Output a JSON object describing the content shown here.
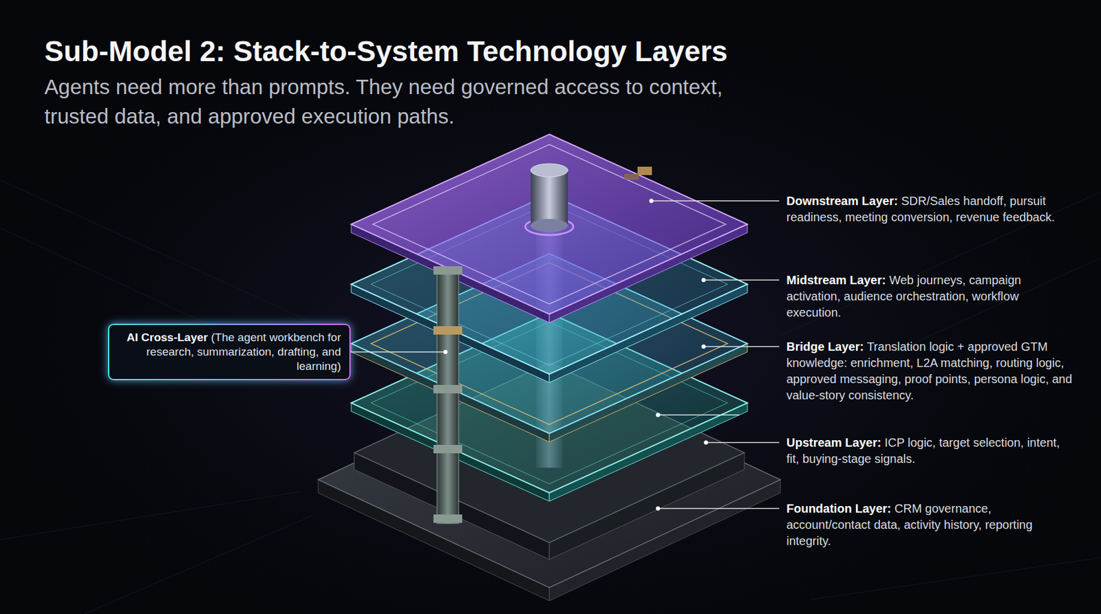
{
  "diagram": {
    "title": "Sub-Model 2: Stack-to-System Technology Layers",
    "caption": "Agents need more than prompts. They need governed access to context, trusted data, and approved execution paths.",
    "nodes": [
      {
        "text": [
          "AI Cross-Layer (The agent workbench for research, summarization, drafting, and learning)"
        ]
      }
    ],
    "labels": [
      "Downstream Layer: SDR/Sales handoff, pursuit readiness, meeting conversion, revenue feedback.",
      "Midstream Layer: Web journeys, campaign activation, audience orchestration, workflow execution.",
      "Bridge Layer: Translation logic + approved GTM knowledge: enrichment, L2A matching, routing logic, approved messaging, proof points, persona logic, and value-story consistency.",
      "Upstream Layer: ICP logic, target selection, intent, fit, buying-stage signals.",
      "Foundation Layer: CRM governance, account/contact data, activity history, reporting integrity."
    ]
  }
}
